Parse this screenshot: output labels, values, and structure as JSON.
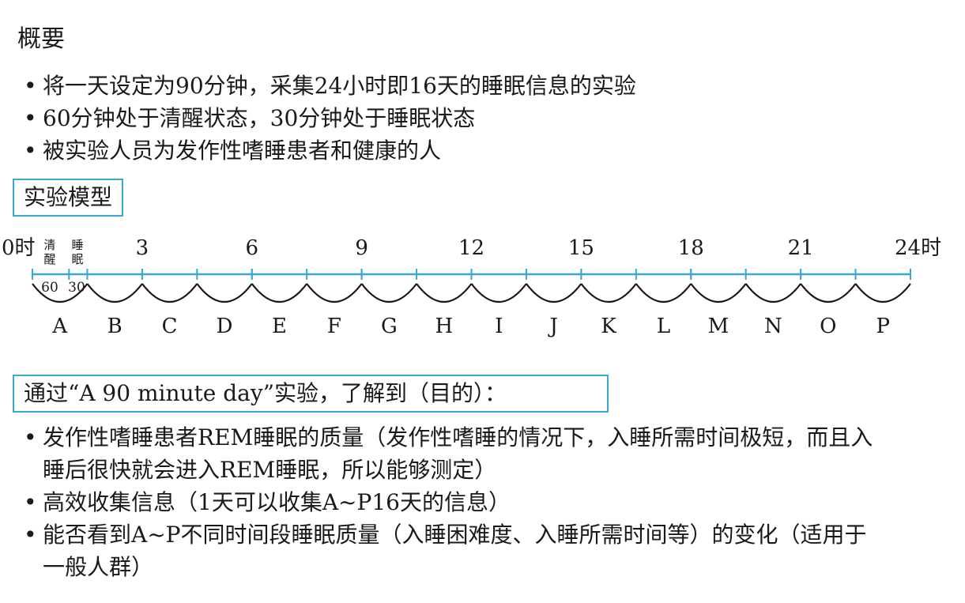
{
  "title": "概要",
  "overview": [
    "将一天设定为90分钟，采集24小时即16天的睡眠信息的实验",
    "60分钟处于清醒状态，30分钟处于睡眠状态",
    "被实验人员为发作性嗜睡患者和健康的人"
  ],
  "model_label": "实验模型",
  "timeline": {
    "start_label": "0时",
    "end_label": "24时",
    "hour_labels": [
      "3",
      "6",
      "9",
      "12",
      "15",
      "18",
      "21"
    ],
    "wake_label": "清醒",
    "sleep_label": "睡眠",
    "wake_minutes": "60",
    "sleep_minutes": "30",
    "days": [
      "A",
      "B",
      "C",
      "D",
      "E",
      "F",
      "G",
      "H",
      "I",
      "J",
      "K",
      "L",
      "M",
      "N",
      "O",
      "P"
    ],
    "line_color": "#3aa7d6"
  },
  "purpose_label": "通过“A 90 minute day”实验，了解到（目的）：",
  "purposes": [
    "发作性嗜睡患者REM睡眠的质量（发作性嗜睡的情况下，入睡所需时间极短，而且入睡后很快就会进入REM睡眠，所以能够测定）",
    "高效收集信息（1天可以收集A~P16天的信息）",
    "能否看到A~P不同时间段睡眠质量（入睡困难度、入睡所需时间等）的变化（适用于一般人群）"
  ]
}
